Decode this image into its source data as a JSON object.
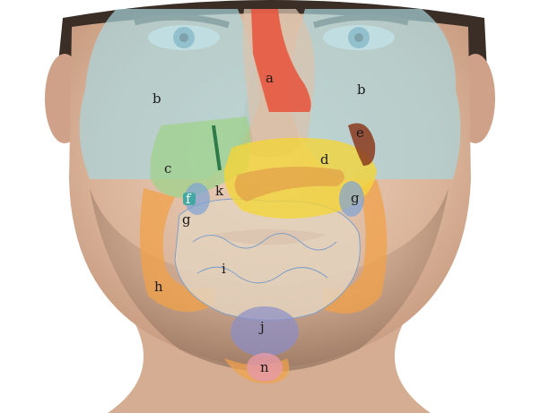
{
  "figure": {
    "labels": {
      "a": "a",
      "b_left": "b",
      "b_right": "b",
      "c": "c",
      "d": "d",
      "e": "e",
      "f": "f",
      "g_left": "g",
      "g_right": "g",
      "h": "h",
      "i": "i",
      "j": "j",
      "k": "k",
      "n": "n"
    },
    "colors": {
      "lungs": "#a9d6dd",
      "esophagus": "#e8513a",
      "trachea": "#d9c3ad",
      "liver": "#9fd18b",
      "stomach": "#f2d43a",
      "spleen": "#8b3a1e",
      "pancreas": "#e2a24a",
      "kidney": "#7ea3d6",
      "large_intestine": "#f2a24a",
      "small_intestine": "#e3d2bd",
      "bladder": "#8a8fc9",
      "uterus": "#e79aa8",
      "skin": "#e0bfa6",
      "hair": "#3a2e27",
      "eye_iris": "#5b8ea8"
    }
  }
}
